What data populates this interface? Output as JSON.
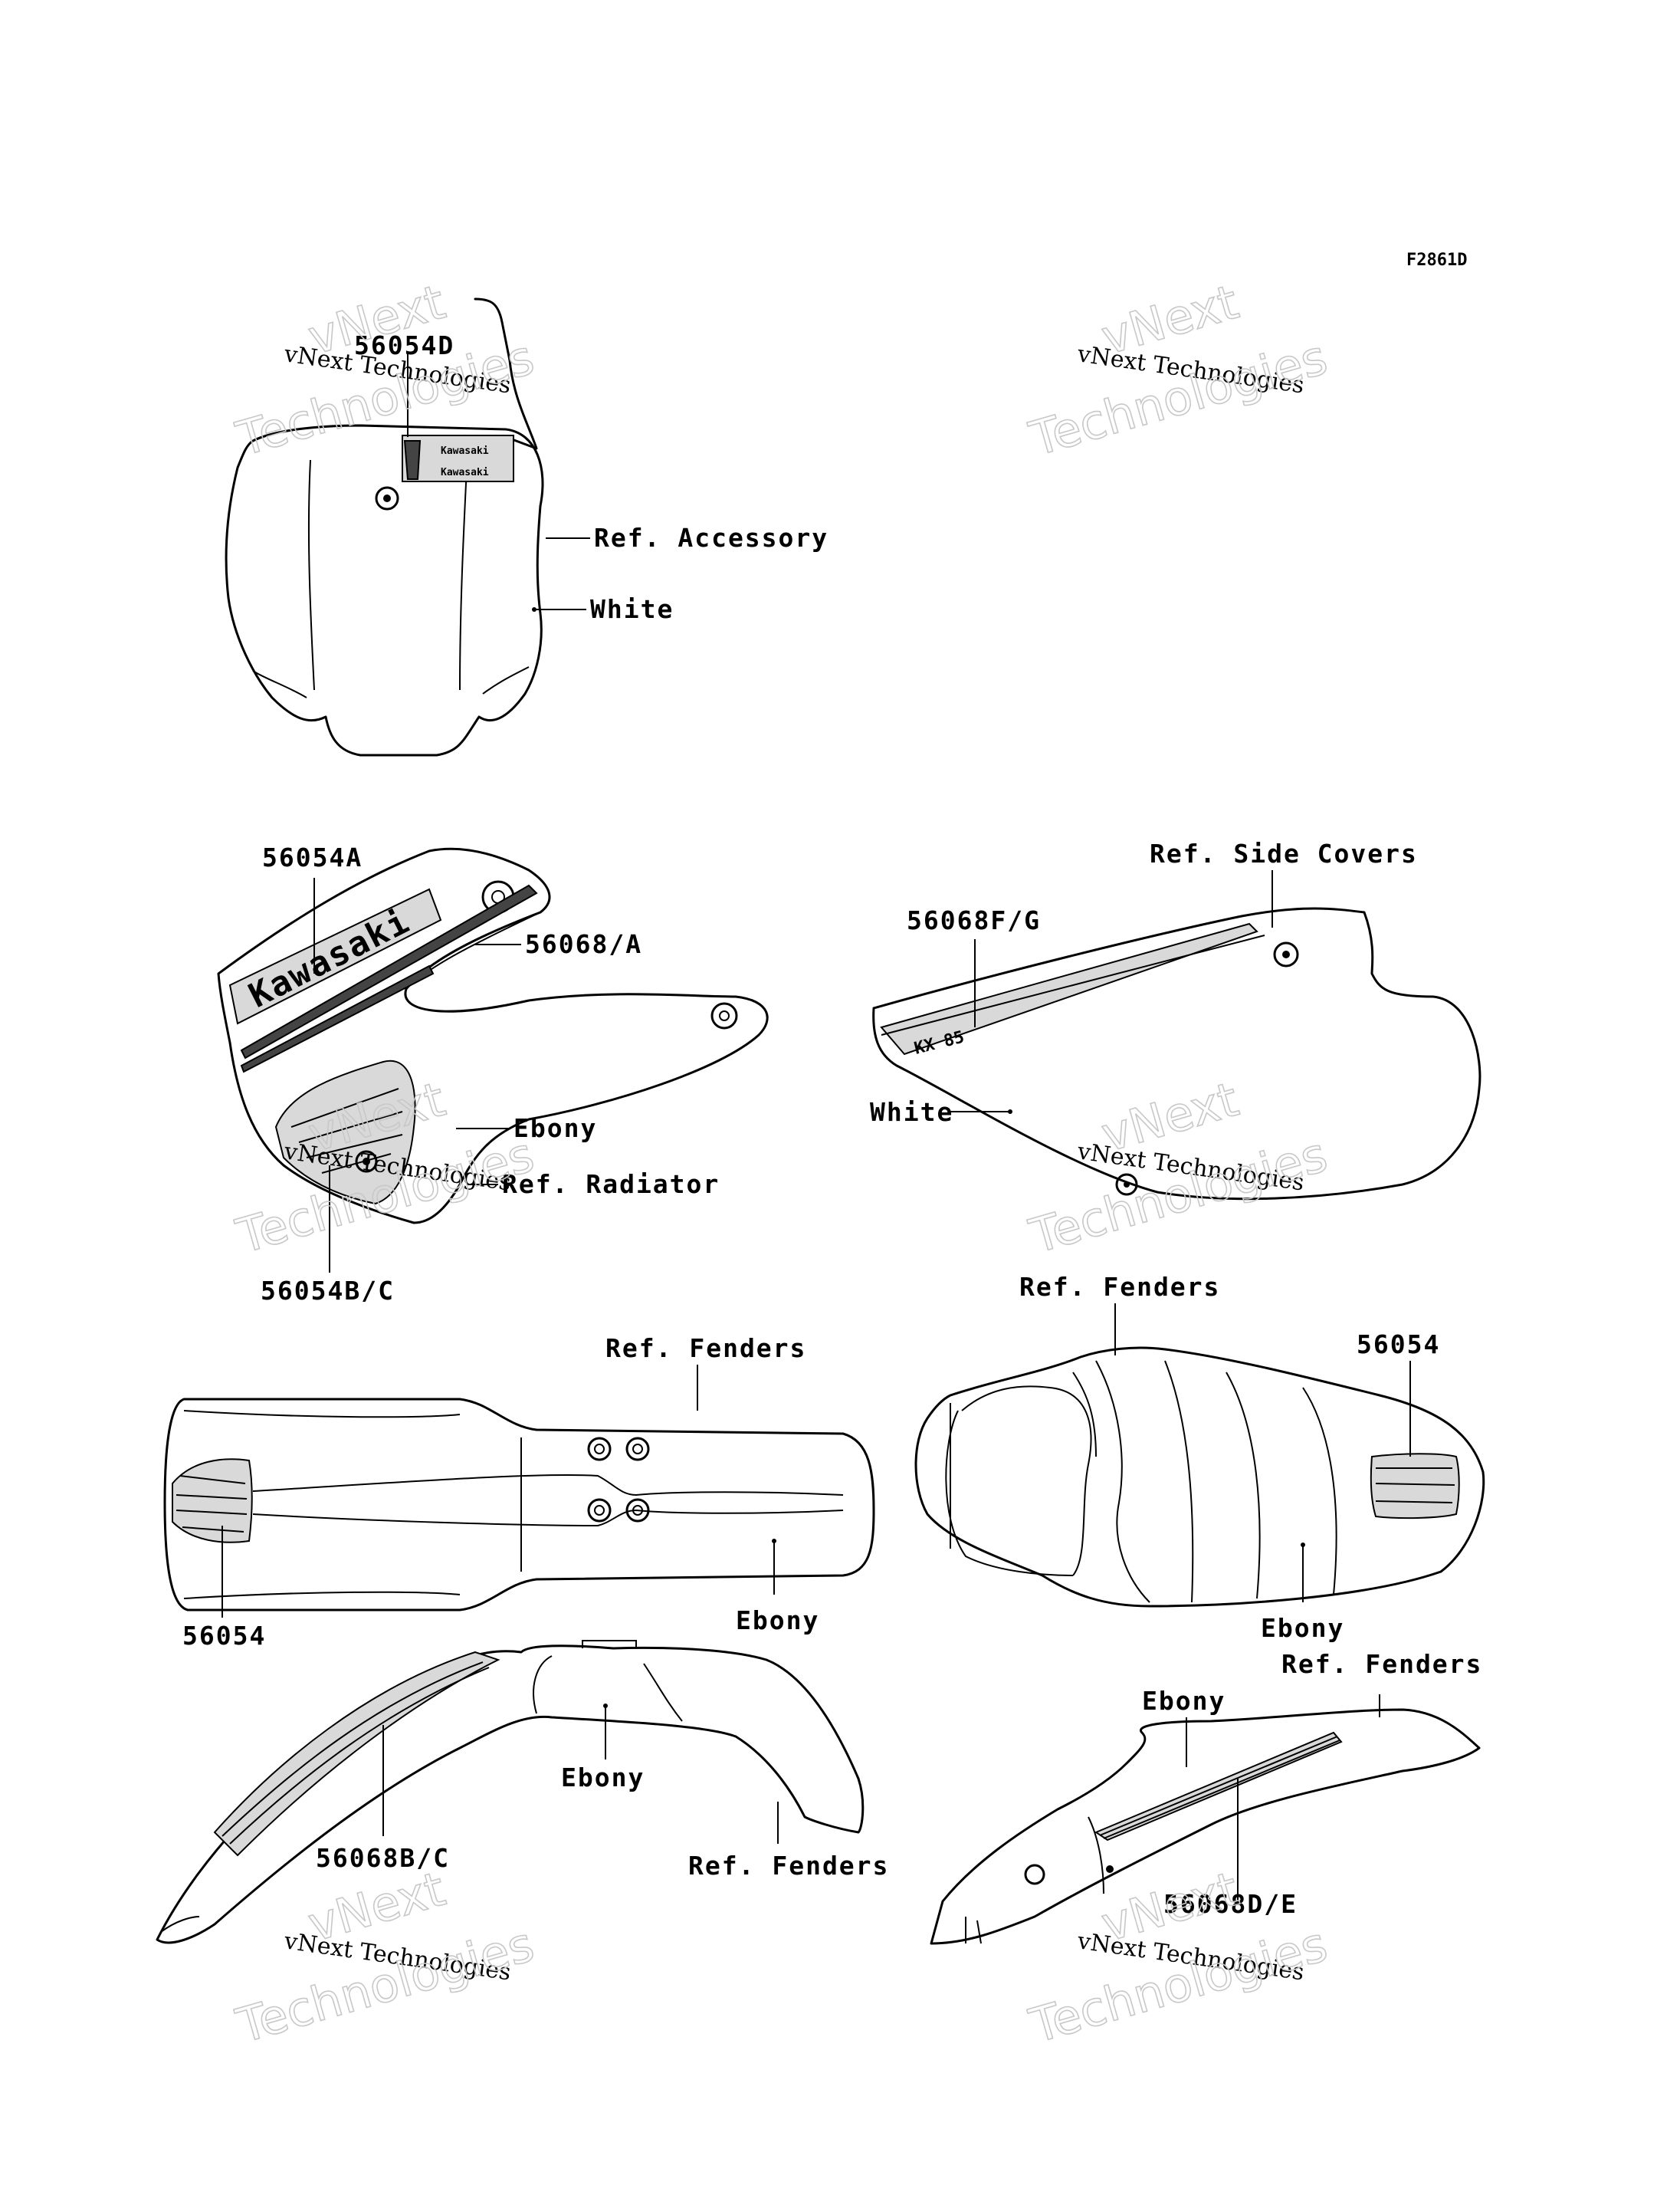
{
  "diagram_code": "F2861D",
  "watermark": {
    "line1": "vNext Technologies",
    "line2": "vNext",
    "line3": "Technologies"
  },
  "decal_text": {
    "brand": "Kawasaki",
    "model": "KX 85"
  },
  "labels": {
    "plate_part": "56054D",
    "plate_ref": "Ref. Accessory",
    "plate_color": "White",
    "shroud_part_a": "56054A",
    "shroud_part_stripe": "56068/A",
    "shroud_color": "Ebony",
    "shroud_ref": "Ref. Radiator",
    "shroud_part_bc": "56054B/C",
    "side_ref": "Ref. Side Covers",
    "side_part": "56068F/G",
    "side_color": "White",
    "ffender_top_ref": "Ref. Fenders",
    "ffender_top_part": "56054",
    "ffender_top_color": "Ebony",
    "rfender_top_ref": "Ref. Fenders",
    "rfender_top_part": "56054",
    "rfender_top_color": "Ebony",
    "ffender_side_color": "Ebony",
    "ffender_side_part": "56068B/C",
    "ffender_side_ref": "Ref. Fenders",
    "rfender_side_color": "Ebony",
    "rfender_side_ref": "Ref. Fenders",
    "rfender_side_part": "56068D/E"
  }
}
